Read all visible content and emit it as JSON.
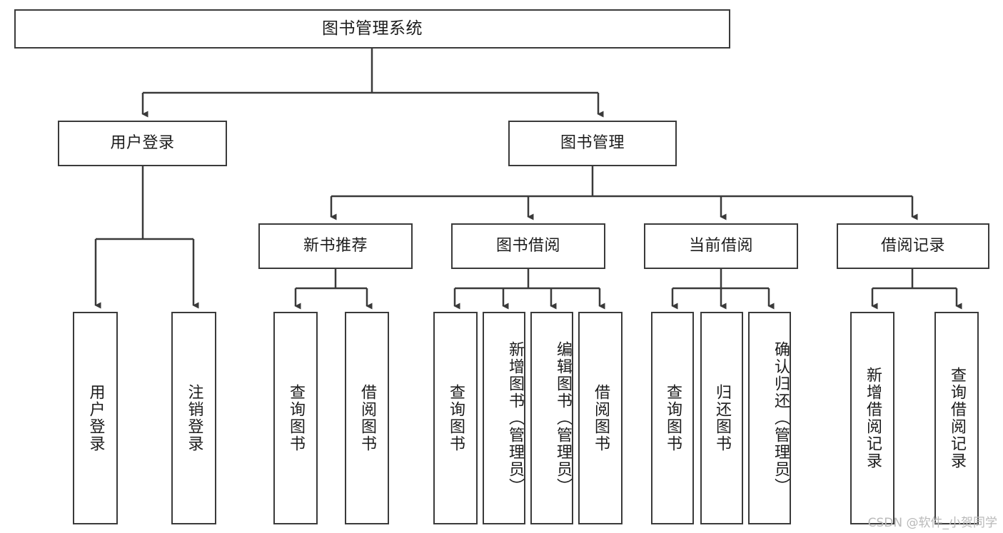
{
  "diagram": {
    "title": "图书管理系统",
    "type": "functional-structure-tree",
    "root": {
      "label": "图书管理系统"
    },
    "level2": [
      {
        "label": "用户登录"
      },
      {
        "label": "图书管理"
      }
    ],
    "level3": [
      {
        "label": "新书推荐"
      },
      {
        "label": "图书借阅"
      },
      {
        "label": "当前借阅"
      },
      {
        "label": "借阅记录"
      }
    ],
    "leaves": {
      "user_login": [
        {
          "label": "用户登录"
        },
        {
          "label": "注销登录"
        }
      ],
      "new_book_recommend": [
        {
          "label": "查询图书"
        },
        {
          "label": "借阅图书"
        }
      ],
      "book_borrow": [
        {
          "label": "查询图书"
        },
        {
          "label": "新增图书（管理员）"
        },
        {
          "label": "编辑图书（管理员）"
        },
        {
          "label": "借阅图书"
        }
      ],
      "current_borrow": [
        {
          "label": "查询图书"
        },
        {
          "label": "归还图书"
        },
        {
          "label": "确认归还（管理员）"
        }
      ],
      "borrow_record": [
        {
          "label": "新增借阅记录"
        },
        {
          "label": "查询借阅记录"
        }
      ]
    }
  },
  "watermark": {
    "text": "CSDN @软件_小贺同学"
  },
  "colors": {
    "stroke": "#3a3a3a",
    "text": "#1c1c1c",
    "background": "#ffffff",
    "watermark": "#b9b9b9"
  }
}
